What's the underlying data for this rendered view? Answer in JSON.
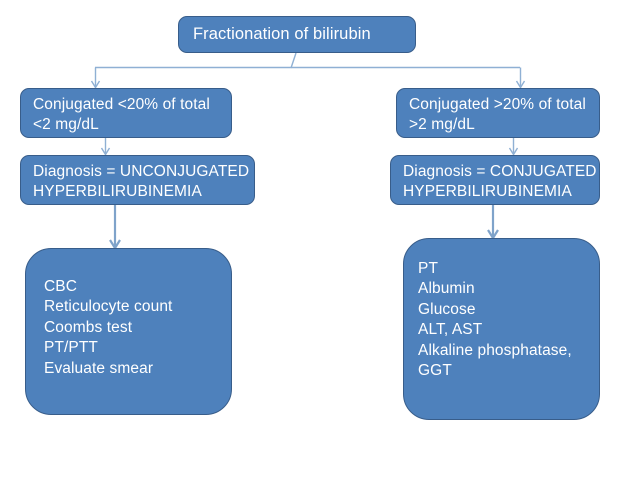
{
  "diagram": {
    "title": "Fractionation of bilirubin flowchart",
    "colors": {
      "node_fill": "#4E81BC",
      "node_border": "#385D8A",
      "node_text": "#FFFFFF",
      "connector": "#8FB0D4",
      "background": "#FFFFFF"
    },
    "nodes": {
      "root": {
        "label": "Fractionation of bilirubin"
      },
      "left_criteria": {
        "label": "Conjugated <20% of total\n<2 mg/dL"
      },
      "left_diagnosis": {
        "label": "Diagnosis = UNCONJUGATED\nHYPERBILIRUBINEMIA"
      },
      "left_workup": {
        "label": "CBC\nReticulocyte count\nCoombs test\nPT/PTT\nEvaluate smear"
      },
      "right_criteria": {
        "label": "Conjugated >20% of total\n>2 mg/dL"
      },
      "right_diagnosis": {
        "label": "Diagnosis = CONJUGATED\nHYPERBILIRUBINEMIA"
      },
      "right_workup": {
        "label": "PT\nAlbumin\nGlucose\nALT, AST\nAlkaline phosphatase,\nGGT"
      }
    }
  }
}
